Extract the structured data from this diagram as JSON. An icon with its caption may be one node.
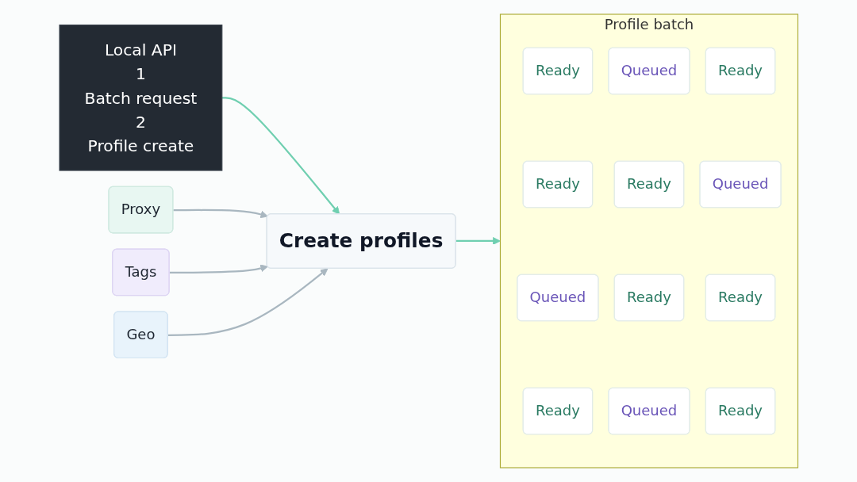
{
  "diagram": {
    "nodes": [
      {
        "text": [
          "Local API",
          "1",
          "Batch request",
          "2",
          "Profile create"
        ]
      },
      {
        "text": [
          "Proxy"
        ]
      },
      {
        "text": [
          "Tags"
        ]
      },
      {
        "text": [
          "Geo"
        ]
      },
      {
        "text": [
          "Create profiles"
        ]
      },
      {
        "text": [
          "Profile batch"
        ]
      },
      {
        "text": [
          "Ready"
        ],
        "in": 5
      },
      {
        "text": [
          "Ready"
        ],
        "in": 5
      },
      {
        "text": [
          "Queued"
        ],
        "in": 5
      },
      {
        "text": [
          "Ready"
        ],
        "in": 5
      },
      {
        "text": [
          "Queued"
        ],
        "in": 5
      },
      {
        "text": [
          "Ready"
        ],
        "in": 5
      },
      {
        "text": [
          "Ready"
        ],
        "in": 5
      },
      {
        "text": [
          "Queued"
        ],
        "in": 5
      },
      {
        "text": [
          "Ready"
        ],
        "in": 5
      },
      {
        "text": [
          "Queued"
        ],
        "in": 5
      },
      {
        "text": [
          "Ready"
        ],
        "in": 5
      },
      {
        "text": [
          "Ready"
        ],
        "in": 5
      }
    ],
    "edges": [
      {
        "from": 0,
        "to": 4,
        "arrow": "to",
        "color": "#6fcfb0"
      },
      {
        "from": 1,
        "to": 4,
        "arrow": "to"
      },
      {
        "from": 2,
        "to": 4,
        "arrow": "to"
      },
      {
        "from": 3,
        "to": 4,
        "arrow": "to"
      },
      {
        "from": 4,
        "to": 5,
        "arrow": "to",
        "color": "#6fcfb0"
      }
    ]
  }
}
